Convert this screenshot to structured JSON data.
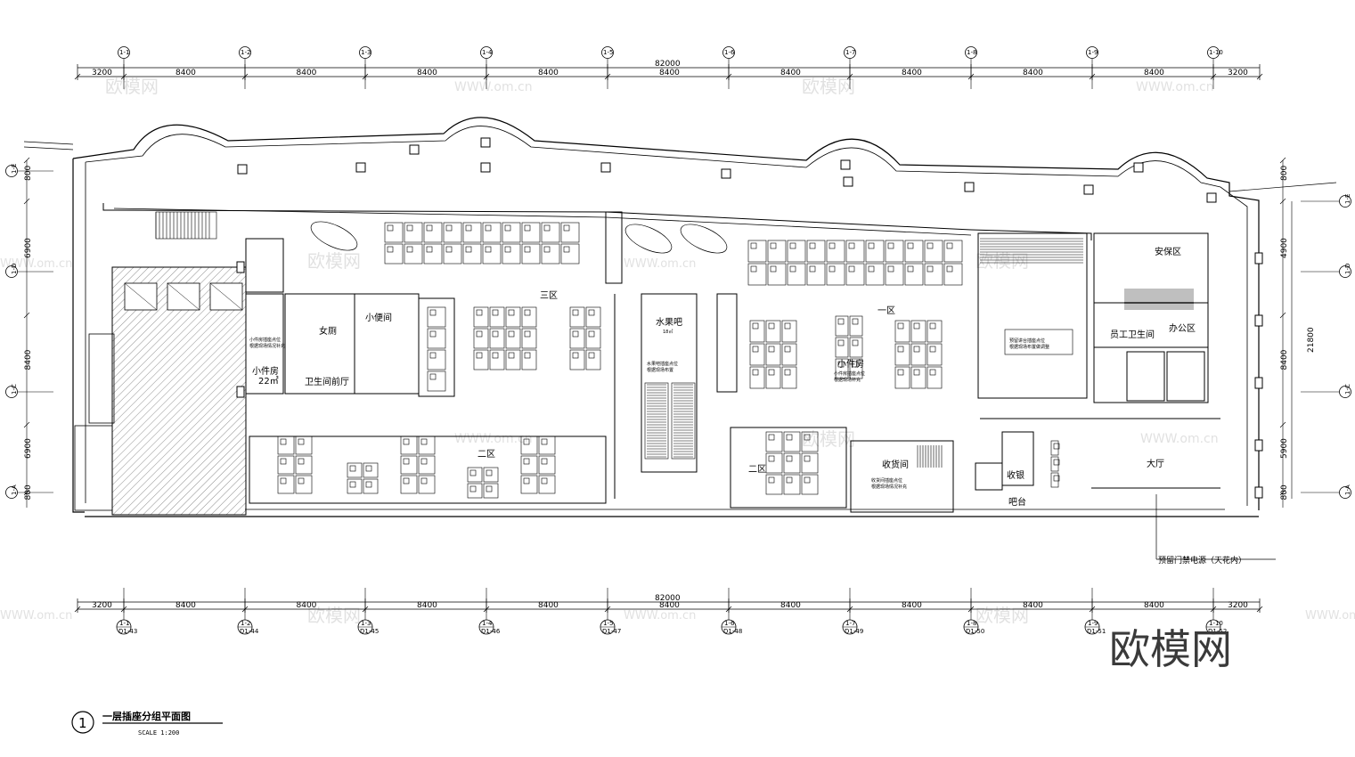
{
  "dimensions": {
    "total": "82000",
    "segments": [
      "3200",
      "8400",
      "8400",
      "8400",
      "8400",
      "8400",
      "8400",
      "8400",
      "8400",
      "8400",
      "3200"
    ],
    "right_total": "21800",
    "right_segments": [
      "800",
      "4900",
      "8400",
      "5900",
      "800"
    ],
    "left_segments": [
      "800",
      "6900",
      "8400",
      "6900",
      "800"
    ]
  },
  "axes": {
    "columns": [
      "1-1",
      "1-2",
      "1-3",
      "1-4",
      "1-5",
      "1-6",
      "1-7",
      "1-8",
      "1-9",
      "1-10"
    ],
    "column_sheets": [
      "D1-43",
      "D1-44",
      "D1-45",
      "D1-46",
      "D1-47",
      "D1-48",
      "D1-49",
      "D1-50",
      "D1-51",
      "D1-52"
    ],
    "rows": [
      "1-A",
      "1-B",
      "1-C",
      "1-D",
      "1-E"
    ]
  },
  "rooms": {
    "zone3": "三区",
    "zone1": "一区",
    "zone2": "二区",
    "zone2b": "二区",
    "water_bar": "水果吧",
    "parcel_room": "小件房",
    "parcel_area": "22㎡",
    "parcel_room2": "小件房",
    "restroom_hall": "卫生间前厅",
    "small_room": "小便间",
    "womens": "女厕",
    "cash_room": "收货间",
    "cashier": "收银",
    "front_desk": "吧台",
    "lobby": "大厅",
    "security": "安保区",
    "office": "办公区",
    "staff_wc": "员工卫生间"
  },
  "notes": {
    "door_power": "预留门禁电源（天花内）",
    "cash_note": "收货间插座点位\n根据现场情况补充",
    "stage_note": "预留讲台插座点位\n根据现场布置做调整",
    "parcel_note": "小件房插座点位\n根据现场情况补充",
    "water_bar_note": "水果吧插座点位\n根据现场布置",
    "small_parcel_note": "小件房插座点位\n根据现场补充",
    "water_bar_area": "18㎡"
  },
  "title_block": {
    "number": "1",
    "title": "一层插座分组平面图",
    "scale": "SCALE 1:200"
  },
  "watermark": {
    "brand": "欧模网",
    "url": "WWW.om.cn"
  }
}
